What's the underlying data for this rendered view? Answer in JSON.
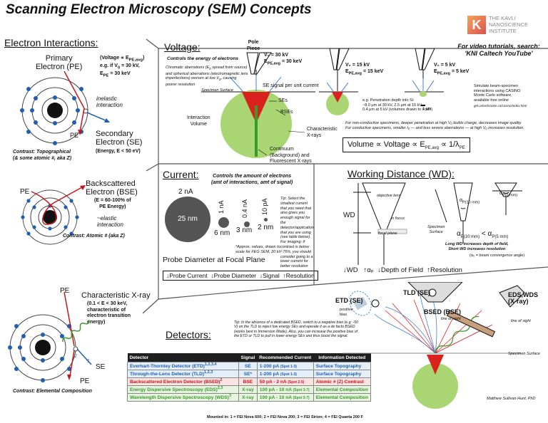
{
  "title": "Scanning Electron Microscopy (SEM) Concepts",
  "logo": {
    "letter": "K",
    "lines": [
      "THE KAVLI",
      "NANOSCIENCE",
      "INSTITUTE"
    ]
  },
  "tutorial": {
    "line1": "For video tutorials, search:",
    "line2": "'KNI Caltech YouTube'"
  },
  "electron_interactions": {
    "heading": "Electron Interactions:",
    "primary_label": "Primary\nElectron (PE)",
    "voltage_note": "(Voltage ∝ E",
    "voltage_note_sub": "PE,avg",
    "voltage_note_end": ")",
    "voltage_eg": "e.g. if V",
    "voltage_eg_sub": "0",
    "voltage_eg_end": " = 30 kV,",
    "e_pe": "E",
    "e_pe_sub": "PE",
    "e_pe_end": " = 30 keV",
    "inelastic": "inelastic\ninteraction",
    "pe_tag": "PE",
    "se_label": "Secondary\nElectron (SE)",
    "se_energy": "(Energy, E < 50 eV)",
    "contrast_topo": "Contrast: Topographical\n(& some atomic #, aka Z)",
    "bse_pe_tag": "PE",
    "bse_label": "Backscattered\nElectron (BSE)",
    "bse_energy": "(E = 60-100% of\nPE Energy)",
    "elastic": "~elastic\ninteraction",
    "contrast_atomic": "Contrast: Atomic # (aka Z)",
    "xray_pe_tag": "PE",
    "xray_label": "Characteristic X-ray",
    "xray_energy": "(0.1 < E < 30 keV,\ncharacteristic of\nelectron transition\nenergy)",
    "xray_se": "SE",
    "xray_pe2": "PE",
    "xray_1": "1",
    "xray_2": "2",
    "contrast_elemental": "Contrast: Elemental Composition"
  },
  "voltage": {
    "heading": "Voltage:",
    "subheading": "Controls the energy of electrons",
    "body": "Chromatic aberrations (E",
    "body_rest": "spread from source) and spherical aberrations (electromagnetic lens imperfections) worsen at low V",
    "body_end": ", causing poorer resolution",
    "pole_piece": "Pole\nPiece",
    "v30": "V₀ = 30 kV",
    "e30": "E",
    "e30_sub": "PE,avg",
    "e30_end": " = 30 keV",
    "v15": "V₀ = 15 kV",
    "e15": "E",
    "e15_sub": "PE,avg",
    "e15_end": " = 15 keV",
    "v5": "V₀ = 5 kV",
    "e5": "E",
    "e5_sub": "PE,avg",
    "e5_end": " = 5 keV",
    "se_signal": "SE signal per unit current",
    "specimen_surface": "Specimen Surface",
    "ses": "SEs",
    "bses": "BSEs",
    "interaction_volume": "Interaction\nVolume",
    "char_xrays": "Characteristic\nX-rays",
    "continuum": "Continuum\n(Background) and\nFluorescent X-rays",
    "penetration": "e.g. Penetration depth into Si:\n~8.0 μm at 30 kV, 2.5 μm at 15 kV,\n0.4 μm at 5 kV (volumes drawn to scale)",
    "scale": "1 μm",
    "casino": "Simulate beam-specimen\ninteractions using CASINO\nMonte Carlo software,\navailable free online",
    "casino_url": "gel.usherbrooke.ca/casino/index.html",
    "nonconductive": "For non-conductive specimens, deeper penetration at high V₀ builds charge, decreases image quality.\nFor conductive specimens, smaller I₀ — and less severe aberrations — at high V₀ increases resolution.",
    "formula": "Volume ∝ Voltage ∝ E",
    "formula_sub": "PE,avg",
    "formula_mid": " ∝ 1/λ",
    "formula_sub2": "PE"
  },
  "current": {
    "heading": "Current:",
    "subheading": "Controls the amount of electrons\n(amt of interactions, amt of signal)",
    "na2": "2 nA",
    "nm25": "25 nm",
    "na1": "1 nA",
    "nm6": "6 nm",
    "na04": "0.4 nA",
    "nm3": "3 nm",
    "pa10": "10 pA",
    "nm2": "2 nm",
    "approx": "*Approx. values, drawn to\nscale for FEG SEM, 20 kV",
    "probe_label": "Probe Diameter at Focal Plane",
    "tip": "Tip: Select the smallest current that you need that also gives you enough signal for the detector/application that you are using (see table below). For imaging: if contrast is below ~75%, you should consider going to a lower current for better resolution",
    "summary": "↓Probe Current  ↓Probe Diameter  ↓Signal  ↑Resolution"
  },
  "wd": {
    "heading": "Working Distance (WD):",
    "objective_lens": "objective lens",
    "in_focus": "in focus",
    "focal_plane": "focal plane",
    "wd_tag": "WD",
    "specimen_surface": "Specimen\nSurface",
    "alpha10": "α",
    "alpha10_sub": "P(10 mm)",
    "alpha5": "α",
    "alpha5_sub": "P(5 mm)",
    "compare": "α",
    "compare_sub": "P(10 mm)",
    "compare_mid": " < α",
    "compare_sub2": "P(5 mm)",
    "long_wd": "Long WD increases depth of field,\nShort WD increases resolution",
    "alpha_note": "(α₀ = beam convergence angle)",
    "summary": "↓WD   ↑αₚ  ↓Depth of Field  ↑Resolution"
  },
  "detectors": {
    "heading": "Detectors:",
    "tip": "Tip: In the absence of a dedicated BSED, switch to a negative bias (e.g. -50 V) on the TLD to reject low energy SEs and operate it as a de facto BSED (works best in Immersion Mode). Also, you can increase the positive bias of the ETD or TLD to pull in lower energy SEs and thus boost the signal.",
    "columns": [
      "Detector",
      "Signal",
      "Recommended Current",
      "Information Detected"
    ],
    "rows": [
      {
        "name": "Everhart-Thornley Detector (ETD)",
        "sup": "1,2,3,4",
        "signal": "SE",
        "current": "1-200 pA",
        "spot": "(Spot 1-3)",
        "info": "Surface Topography",
        "color": "blue"
      },
      {
        "name": "Through-the-Lens Detector (TLD)",
        "sup": "1,2,3",
        "signal": "SE*",
        "current": "1-200 pA",
        "spot": "(Spot 1-3)",
        "info": "Surface Topography",
        "color": "blue"
      },
      {
        "name": "Backscattered Electron Detector (BSED)",
        "sup": "2",
        "signal": "BSE",
        "current": "50 pA - 2 nA",
        "spot": "(Spot 2-5)",
        "info": "Atomic # (Z) Contrast",
        "color": "red"
      },
      {
        "name": "Energy Dispersive Spectroscopy (EDS)",
        "sup": "2,3",
        "signal": "X-ray",
        "current": "100 pA - 10 nA",
        "spot": "(Spot 3-7)",
        "info": "Elemental Composition",
        "color": "green"
      },
      {
        "name": "Wavelength Dispersive Spectroscopy (WDS)",
        "sup": "3",
        "signal": "X-ray",
        "current": "100 pA - 10 nA",
        "spot": "(Spot 3-7)",
        "info": "Elemental Composition",
        "color": "green"
      }
    ],
    "mounted": "Mounted in: 1 = FEI Nova 600; 2 = FEI Nova 200; 3 = FEI Sirion; 4 = FEI Quanta 200 F",
    "etd": "ETD (SE)",
    "positive_bias": "positive\nbias",
    "tld": "TLD (SE)",
    "bsed": "BSED (BSE)",
    "line_of_sight": "line of sight",
    "eds_wds": "EDS,WDS\n(X-ray)",
    "line_of_sight2": "line of sight",
    "specimen_surface": "Specimen Surface",
    "credit": "Matthew Sullivan Hunt, PhD"
  },
  "colors": {
    "red": "#c4161c",
    "blue": "#1f5fb0",
    "green": "#3a9a2a",
    "orange": "#f28a30"
  }
}
